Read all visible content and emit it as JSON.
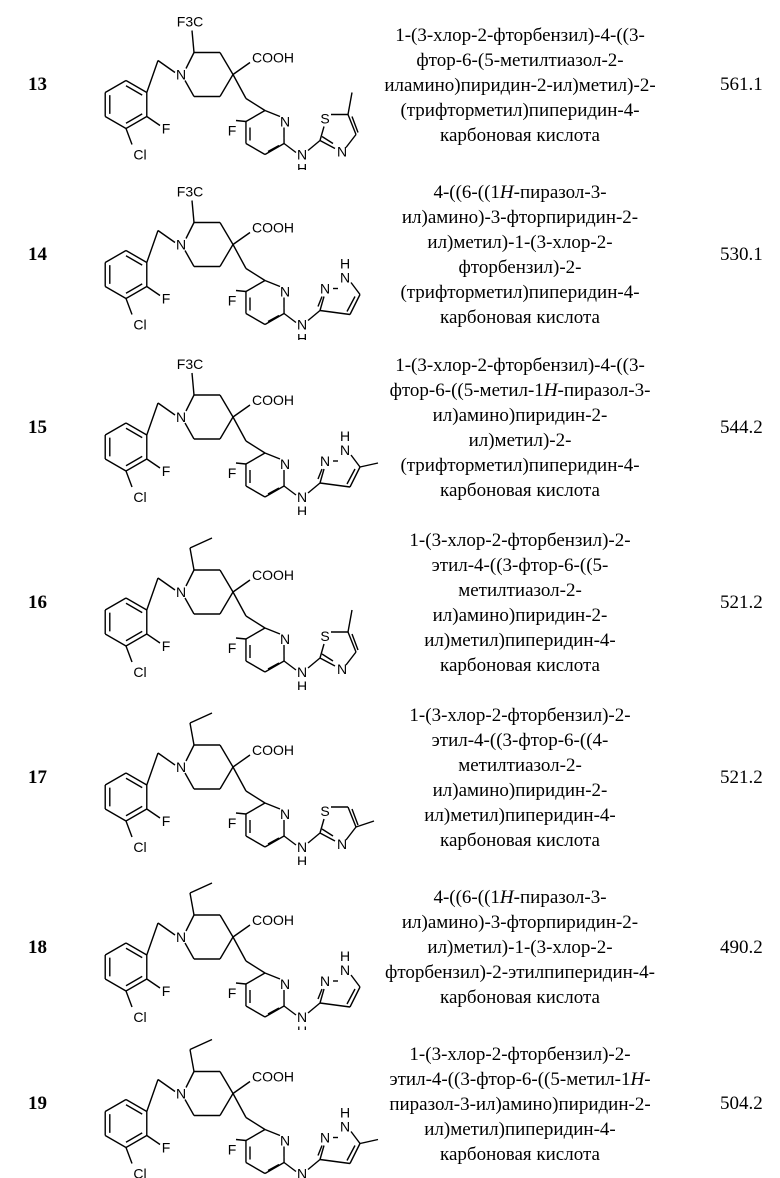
{
  "structure_labels": {
    "cf3": "F3C",
    "acid": "COOH",
    "fluoro": "F",
    "chloro": "Cl",
    "nitrogen": "N",
    "sulfur": "S",
    "hydrogen": "H"
  },
  "rows": [
    {
      "id": "13",
      "substituent": "cf3",
      "heteroaryl": "thiazole-5-methyl",
      "mass": "561.1",
      "name_lines": [
        "1-(3-хлор-2-фторбензил)-4-((3-",
        "фтор-6-(5-метилтиазол-2-",
        "иламино)пиридин-2-ил)метил)-2-",
        "(трифторметил)пиперидин-4-",
        "карбоновая кислота"
      ]
    },
    {
      "id": "14",
      "substituent": "cf3",
      "heteroaryl": "pyrazole",
      "mass": "530.1",
      "name_lines": [
        "4-((6-((1H-пиразол-3-",
        "ил)амино)-3-фторпиридин-2-",
        "ил)метил)-1-(3-хлор-2-",
        "фторбензил)-2-",
        "(трифторметил)пиперидин-4-",
        "карбоновая кислота"
      ]
    },
    {
      "id": "15",
      "substituent": "cf3",
      "heteroaryl": "pyrazole-5-methyl",
      "mass": "544.2",
      "name_lines": [
        "1-(3-хлор-2-фторбензил)-4-((3-",
        "фтор-6-((5-метил-1H-пиразол-3-",
        "ил)амино)пиридин-2-",
        "ил)метил)-2-",
        "(трифторметил)пиперидин-4-",
        "карбоновая кислота"
      ]
    },
    {
      "id": "16",
      "substituent": "ethyl",
      "heteroaryl": "thiazole-5-methyl",
      "mass": "521.2",
      "name_lines": [
        "1-(3-хлор-2-фторбензил)-2-",
        "этил-4-((3-фтор-6-((5-",
        "метилтиазол-2-",
        "ил)амино)пиридин-2-",
        "ил)метил)пиперидин-4-",
        "карбоновая кислота"
      ]
    },
    {
      "id": "17",
      "substituent": "ethyl",
      "heteroaryl": "thiazole-4-methyl",
      "mass": "521.2",
      "name_lines": [
        "1-(3-хлор-2-фторбензил)-2-",
        "этил-4-((3-фтор-6-((4-",
        "метилтиазол-2-",
        "ил)амино)пиридин-2-",
        "ил)метил)пиперидин-4-",
        "карбоновая кислота"
      ]
    },
    {
      "id": "18",
      "substituent": "ethyl",
      "heteroaryl": "pyrazole",
      "mass": "490.2",
      "name_lines": [
        "4-((6-((1H-пиразол-3-",
        "ил)амино)-3-фторпиридин-2-",
        "ил)метил)-1-(3-хлор-2-",
        "фторбензил)-2-этилпиперидин-4-",
        "карбоновая кислота"
      ]
    },
    {
      "id": "19",
      "substituent": "ethyl",
      "heteroaryl": "pyrazole-5-methyl",
      "mass": "504.2",
      "name_lines": [
        "1-(3-хлор-2-фторбензил)-2-",
        "этил-4-((3-фтор-6-((5-метил-1H-",
        "пиразол-3-ил)амино)пиридин-2-",
        "ил)метил)пиперидин-4-",
        "карбоновая кислота"
      ]
    }
  ]
}
